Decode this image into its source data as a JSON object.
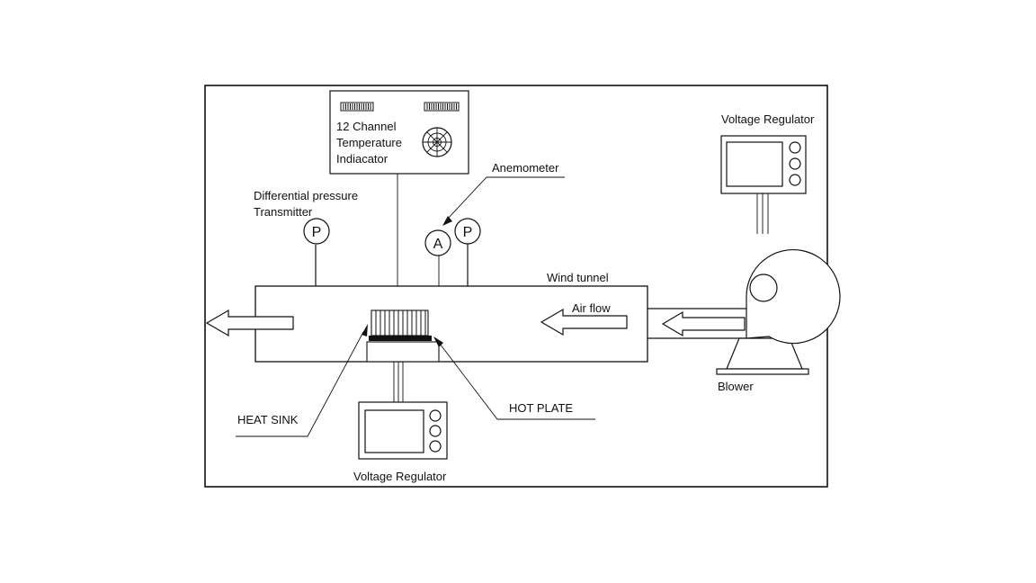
{
  "diagram": {
    "temperature_indicator": {
      "line1": "12 Channel",
      "line2": "Temperature",
      "line3": "Indiacator"
    },
    "pressure_transmitter": {
      "line1": "Differential pressure",
      "line2": "Transmitter",
      "gauge_symbol": "P"
    },
    "anemometer": {
      "label": "Anemometer",
      "gauge_symbol": "A"
    },
    "wind_tunnel_label": "Wind tunnel",
    "air_flow_label": "Air flow",
    "heat_sink_label": "HEAT SINK",
    "hot_plate_label": "HOT PLATE",
    "voltage_regulator_bottom": "Voltage Regulator",
    "voltage_regulator_top": "Voltage Regulator",
    "blower_label": "Blower"
  }
}
